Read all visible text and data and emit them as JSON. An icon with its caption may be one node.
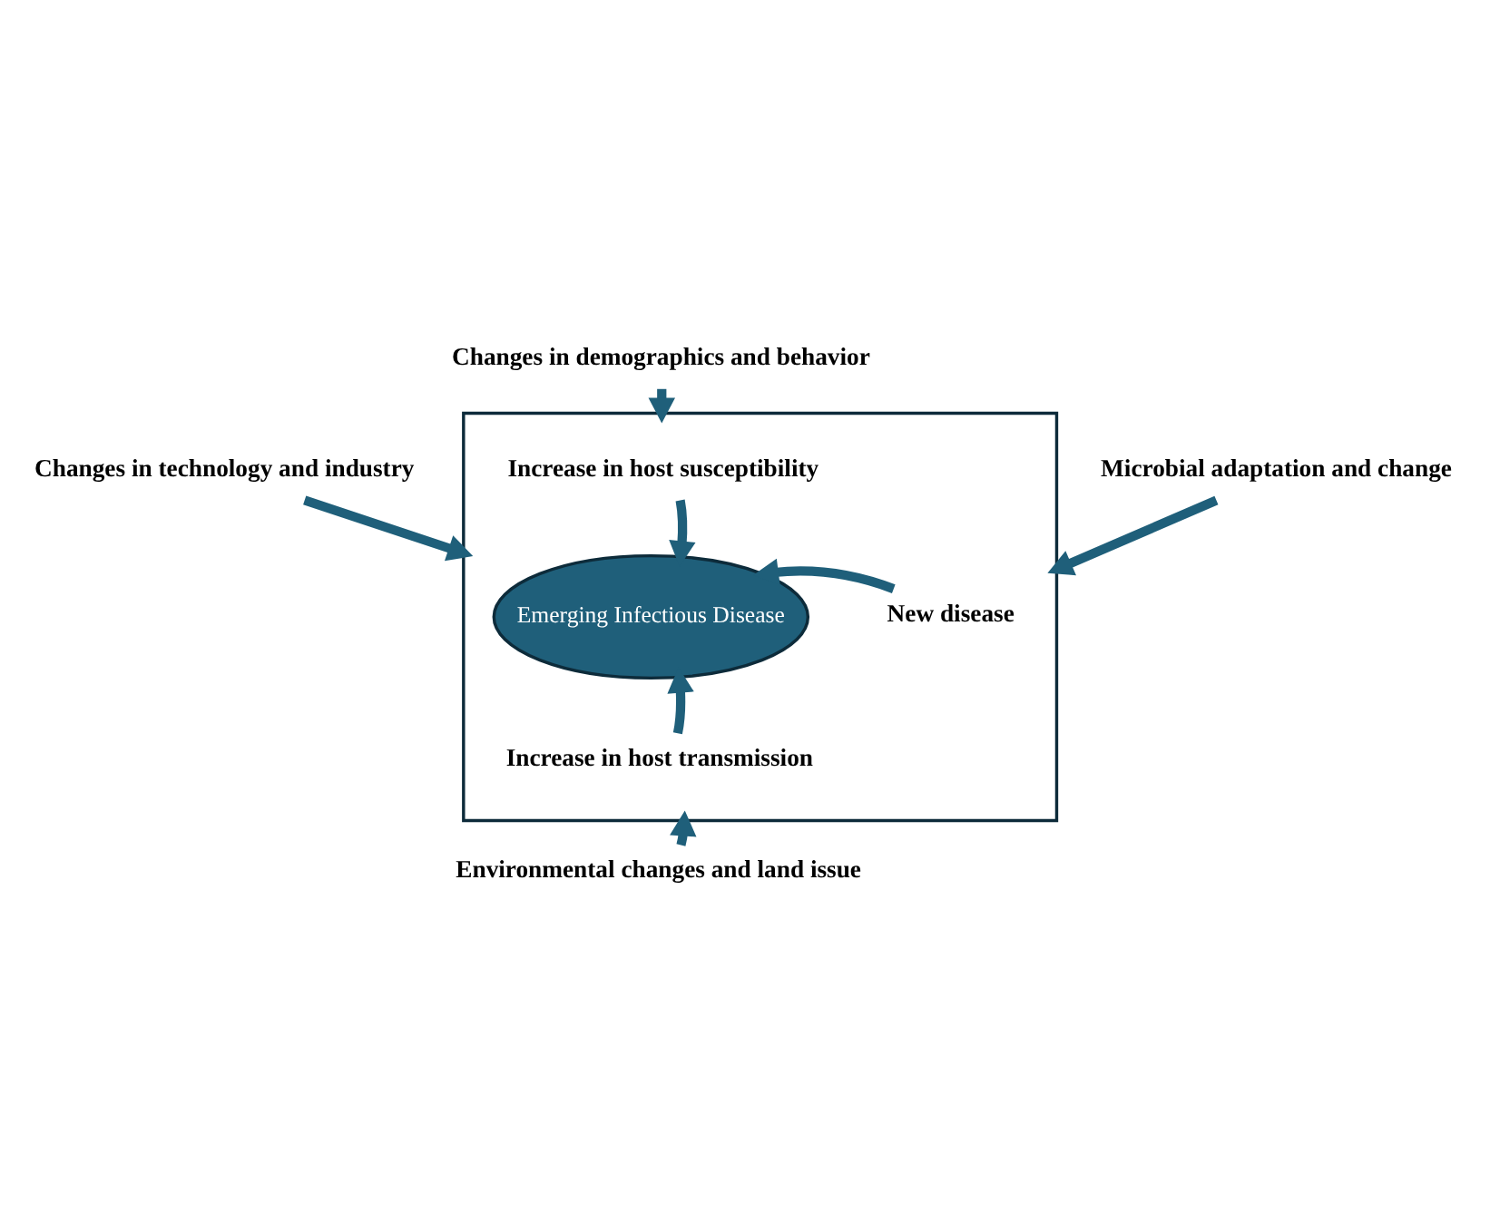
{
  "diagram": {
    "nodes": [
      {
        "text": [
          "Changes in demographics and behavior"
        ]
      },
      {
        "text": [
          "Changes in technology and industry"
        ]
      },
      {
        "text": [
          "Microbial adaptation and change"
        ]
      },
      {
        "text": [
          "Environmental changes and land issue"
        ]
      },
      {
        "text": [],
        "shape": "box"
      },
      {
        "text": [
          "Increase in host susceptibility"
        ],
        "in": 4
      },
      {
        "text": [
          "New disease"
        ],
        "in": 4
      },
      {
        "text": [
          "Increase in host transmission"
        ],
        "in": 4
      },
      {
        "text": [
          "Emerging Infectious Disease"
        ],
        "in": 4
      }
    ],
    "edges": [
      {
        "from": 0,
        "to": 4,
        "arrow": "to"
      },
      {
        "from": 1,
        "to": 4,
        "arrow": "to"
      },
      {
        "from": 2,
        "to": 4,
        "arrow": "to"
      },
      {
        "from": 3,
        "to": 4,
        "arrow": "to"
      },
      {
        "from": 5,
        "to": 8,
        "arrow": "to"
      },
      {
        "from": 6,
        "to": 8,
        "arrow": "to"
      },
      {
        "from": 7,
        "to": 8,
        "arrow": "to"
      }
    ]
  }
}
